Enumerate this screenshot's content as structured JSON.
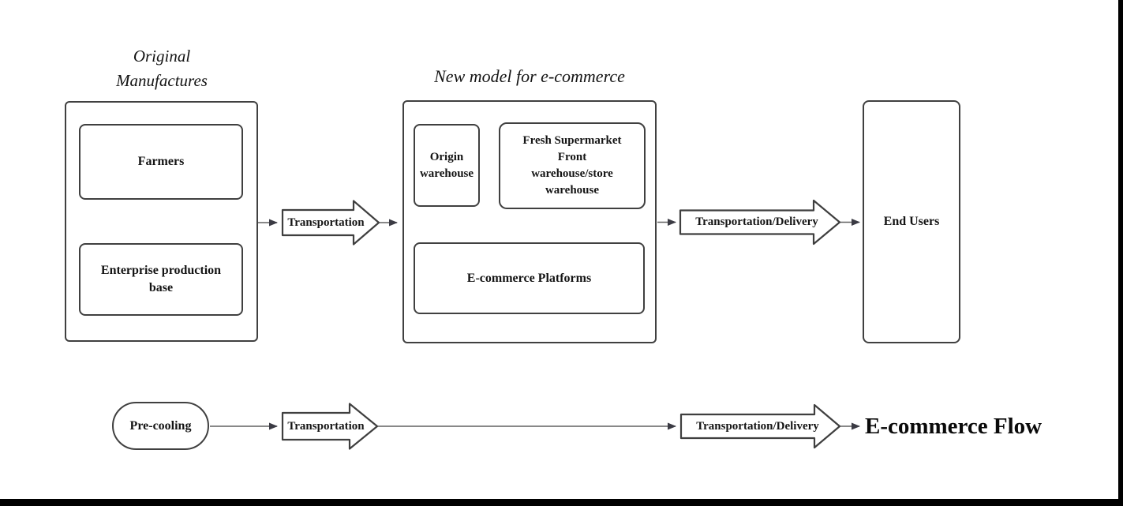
{
  "titles": {
    "original_manufactures": "Original\nManufactures",
    "new_model": "New model for e-commerce"
  },
  "nodes": {
    "farmers": "Farmers",
    "enterprise_production_base": "Enterprise production\nbase",
    "origin_warehouse": "Origin\nwarehouse",
    "fresh_supermarket": "Fresh Supermarket\nFront\nwarehouse/store\nwarehouse",
    "ecommerce_platforms": "E-commerce Platforms",
    "end_users": "End Users",
    "pre_cooling": "Pre-cooling"
  },
  "flow_arrows": {
    "top_transportation": "Transportation",
    "top_transportation_delivery": "Transportation/Delivery",
    "bottom_transportation": "Transportation",
    "bottom_transportation_delivery": "Transportation/Delivery"
  },
  "labels": {
    "ecommerce_flow": "E-commerce Flow"
  },
  "colors": {
    "background": "#ffffff",
    "shape_border": "#3f3f3f",
    "connector_line": "#616161",
    "arrowhead": "#3b3b44",
    "text": "#141414",
    "frame_bar": "#000000"
  }
}
